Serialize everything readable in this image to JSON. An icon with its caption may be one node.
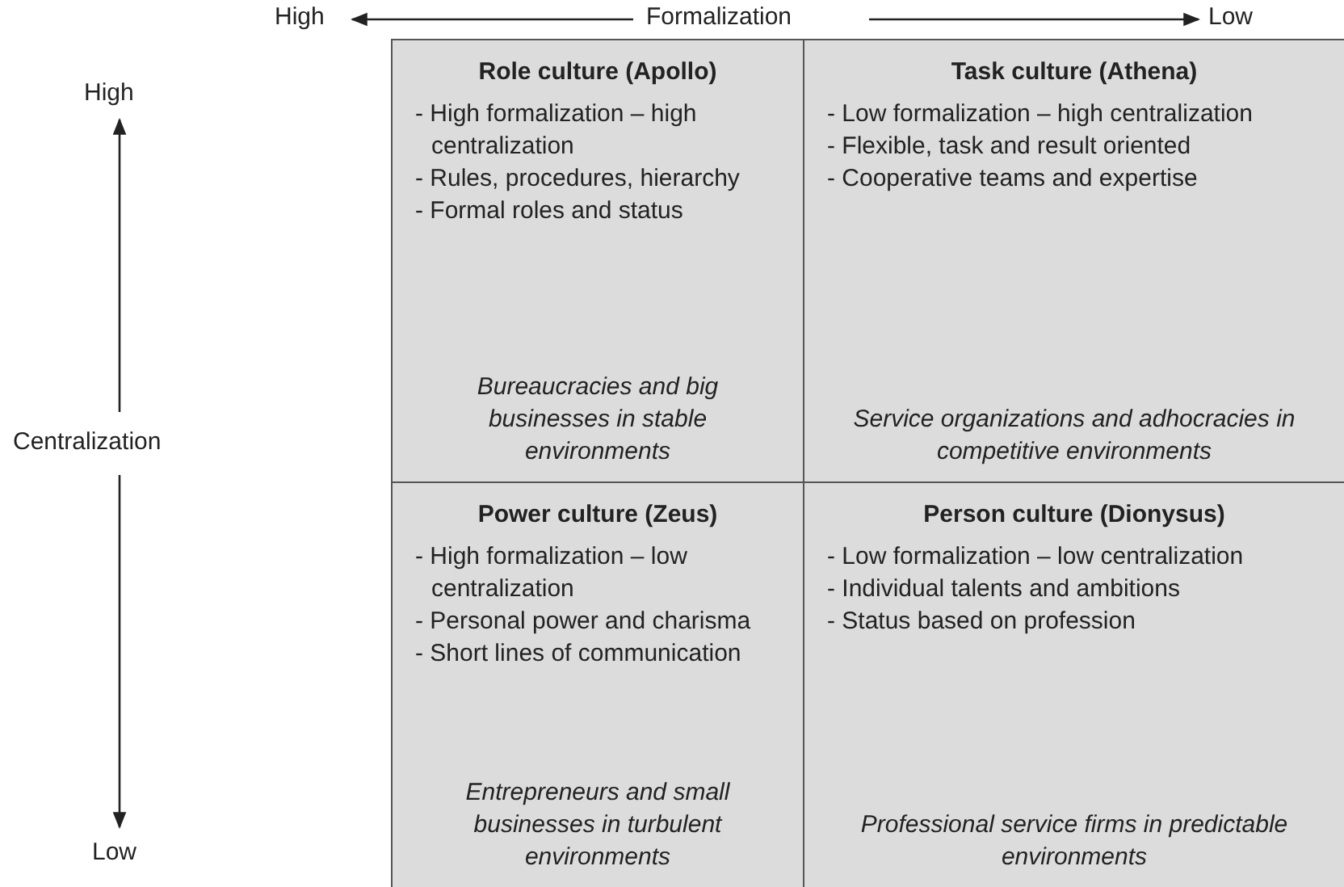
{
  "diagram": {
    "nodes": [
      {
        "text": [
          "Role culture (Apollo)",
          "- High formalization – high centralization",
          "- Rules, procedures, hierarchy",
          "- Formal roles and status",
          "Bureaucracies and big businesses in stable environments"
        ]
      },
      {
        "text": [
          "Task culture (Athena)",
          "- Low formalization – high centralization",
          "- Flexible, task and result oriented",
          "- Cooperative teams and expertise",
          "Service organizations and adhocracies in competitive environments"
        ]
      },
      {
        "text": [
          "Power culture (Zeus)",
          "- High formalization – low centralization",
          "- Personal power and charisma",
          "- Short lines of communication",
          "Entrepreneurs and small businesses in turbulent environments"
        ]
      },
      {
        "text": [
          "Person culture (Dionysus)",
          "- Low formalization – low centralization",
          "- Individual talents and ambitions",
          "- Status based on profession",
          "Professional service firms in predictable environments"
        ]
      }
    ],
    "labels": [
      "High",
      "Formalization",
      "Low",
      "High",
      "Centralization",
      "Low"
    ]
  }
}
